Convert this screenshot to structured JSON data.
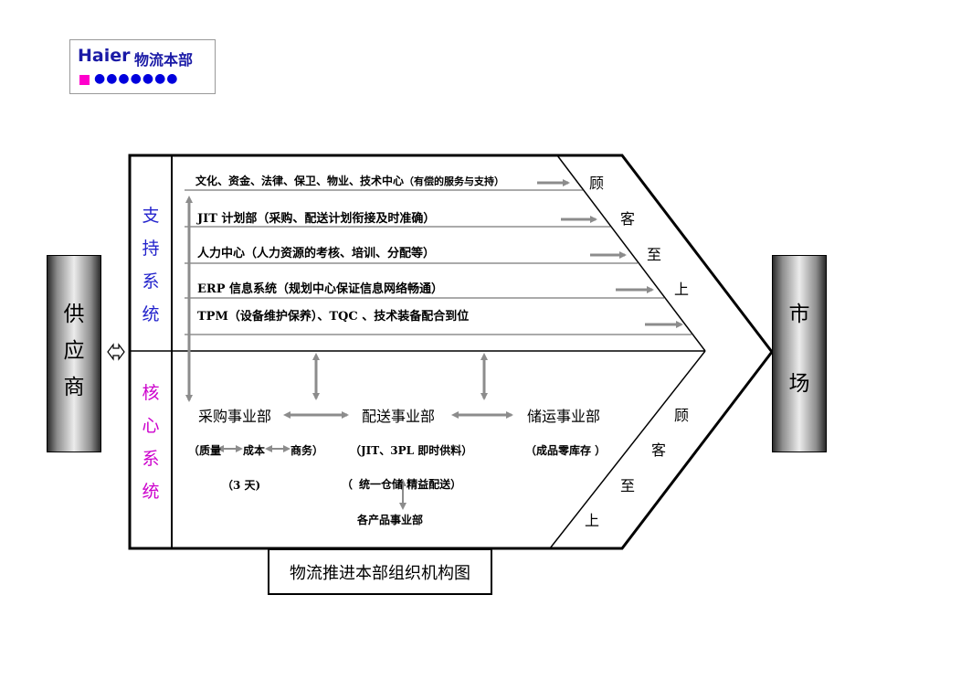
{
  "logo": {
    "brand": "Haier",
    "dept": "物流本部",
    "dots": "●●●●●●●"
  },
  "supplier": [
    "供",
    "应",
    "商"
  ],
  "market": [
    "市",
    "场"
  ],
  "support_label": [
    "支",
    "持",
    "系",
    "统"
  ],
  "core_label": [
    "核",
    "心",
    "系",
    "统"
  ],
  "support_rows": {
    "r1_main": "文化、资金、法律、保卫、物业、技术中心",
    "r1_note": "（有偿的服务与支持）",
    "r2": "JIT 计划部（采购、配送计划衔接及时准确）",
    "r3": "人力中心（人力资源的考核、培训、分配等）",
    "r4": "ERP 信息系统（规划中心保证信息网络畅通）",
    "r5": "TPM（设备维护保养）、TQC 、技术装备配合到位"
  },
  "customer_top": [
    "顾",
    "客",
    "至",
    "上"
  ],
  "customer_bottom": [
    "顾",
    "客",
    "至",
    "上"
  ],
  "core_units": {
    "purchase": "采购事业部",
    "distribution": "配送事业部",
    "storage": "储运事业部",
    "quality": "（质量",
    "cost": "成本",
    "business": "商务）",
    "three_days": "（3 天)",
    "jit": "（JIT、3PL 即时供料）",
    "zero_stock": "（成品零库存 ）",
    "unified_open": "（",
    "unified": "统一仓储 精益配送）",
    "product_units": "各产品事业部"
  },
  "caption": "物流推进本部组织机构图",
  "colors": {
    "brand_blue": "#1a1aa6",
    "support_blue": "#2222cc",
    "core_magenta": "#cc00cc",
    "arrow_gray": "#8c8c8c"
  }
}
